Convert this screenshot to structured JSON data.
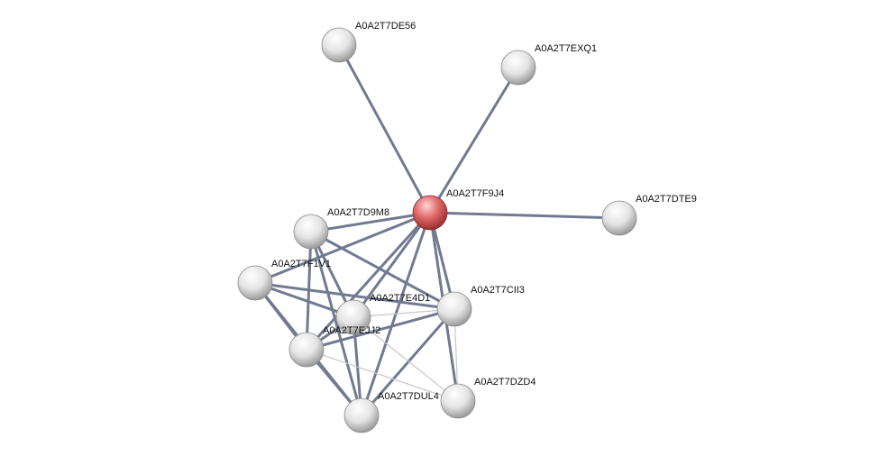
{
  "diagram": {
    "type": "protein-interaction-network",
    "query_color": "#d9534f",
    "node_color": "#e6e6e6",
    "edge_color_strong": "#727a91",
    "edge_color_weak": "#c8c8c8",
    "nodes": [
      {
        "id": "n0",
        "label": "A0A2T7F9J4",
        "query": true
      },
      {
        "id": "n1",
        "label": "A0A2T7DE56"
      },
      {
        "id": "n2",
        "label": "A0A2T7EXQ1"
      },
      {
        "id": "n3",
        "label": "A0A2T7DTE9"
      },
      {
        "id": "n4",
        "label": "A0A2T7D9M8"
      },
      {
        "id": "n5",
        "label": "A0A2T7F1V1"
      },
      {
        "id": "n6",
        "label": "A0A2T7E4D1"
      },
      {
        "id": "n7",
        "label": "A0A2T7CII3"
      },
      {
        "id": "n8",
        "label": "A0A2T7EJJ2"
      },
      {
        "id": "n9",
        "label": "A0A2T7DUL4"
      },
      {
        "id": "n10",
        "label": "A0A2T7DZD4"
      }
    ],
    "edges": [
      {
        "a": "n0",
        "b": "n1",
        "strength": "strong"
      },
      {
        "a": "n0",
        "b": "n2",
        "strength": "strong"
      },
      {
        "a": "n0",
        "b": "n3",
        "strength": "strong"
      },
      {
        "a": "n0",
        "b": "n4",
        "strength": "strong"
      },
      {
        "a": "n0",
        "b": "n5",
        "strength": "strong"
      },
      {
        "a": "n0",
        "b": "n6",
        "strength": "strong"
      },
      {
        "a": "n0",
        "b": "n7",
        "strength": "strong"
      },
      {
        "a": "n0",
        "b": "n8",
        "strength": "strong"
      },
      {
        "a": "n0",
        "b": "n9",
        "strength": "strong"
      },
      {
        "a": "n0",
        "b": "n10",
        "strength": "strong"
      },
      {
        "a": "n4",
        "b": "n6",
        "strength": "strong"
      },
      {
        "a": "n4",
        "b": "n7",
        "strength": "strong"
      },
      {
        "a": "n4",
        "b": "n8",
        "strength": "strong"
      },
      {
        "a": "n4",
        "b": "n9",
        "strength": "strong"
      },
      {
        "a": "n5",
        "b": "n6",
        "strength": "strong"
      },
      {
        "a": "n5",
        "b": "n7",
        "strength": "strong"
      },
      {
        "a": "n5",
        "b": "n8",
        "strength": "strong"
      },
      {
        "a": "n5",
        "b": "n9",
        "strength": "strong"
      },
      {
        "a": "n6",
        "b": "n7",
        "strength": "weak"
      },
      {
        "a": "n6",
        "b": "n8",
        "strength": "strong"
      },
      {
        "a": "n6",
        "b": "n9",
        "strength": "strong"
      },
      {
        "a": "n7",
        "b": "n8",
        "strength": "strong"
      },
      {
        "a": "n7",
        "b": "n9",
        "strength": "strong"
      },
      {
        "a": "n7",
        "b": "n10",
        "strength": "weak"
      },
      {
        "a": "n8",
        "b": "n9",
        "strength": "strong"
      },
      {
        "a": "n8",
        "b": "n10",
        "strength": "weak"
      },
      {
        "a": "n6",
        "b": "n10",
        "strength": "weak"
      }
    ]
  }
}
